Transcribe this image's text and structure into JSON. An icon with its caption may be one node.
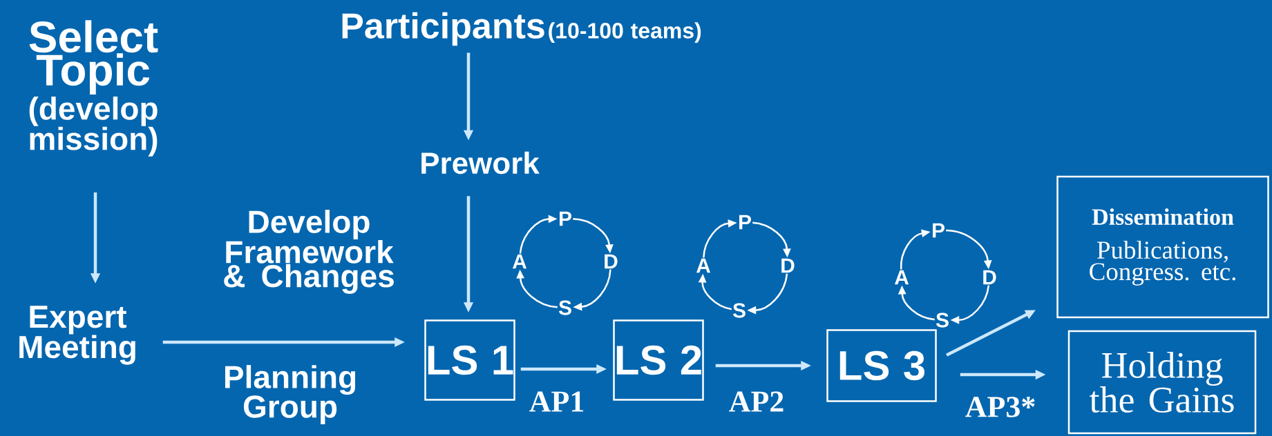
{
  "diagram": {
    "nodes": [
      {
        "text": [
          "Select Topic",
          "(develop mission)"
        ]
      },
      {
        "text": [
          "Participants",
          "(10-100 teams)"
        ]
      },
      {
        "text": [
          "Prework"
        ]
      },
      {
        "text": [
          "Expert Meeting"
        ]
      },
      {
        "text": [
          "LS 1"
        ]
      },
      {
        "text": [
          "LS 2"
        ]
      },
      {
        "text": [
          "LS 3"
        ]
      },
      {
        "text": [
          "Dissemination",
          "Publications, Congress. etc."
        ]
      },
      {
        "text": [
          "Holding the Gains"
        ]
      },
      {
        "text": [
          "P"
        ]
      },
      {
        "text": [
          "D"
        ]
      },
      {
        "text": [
          "S"
        ]
      },
      {
        "text": [
          "A"
        ]
      },
      {
        "text": [
          "P"
        ]
      },
      {
        "text": [
          "D"
        ]
      },
      {
        "text": [
          "S"
        ]
      },
      {
        "text": [
          "A"
        ]
      },
      {
        "text": [
          "P"
        ]
      },
      {
        "text": [
          "D"
        ]
      },
      {
        "text": [
          "S"
        ]
      },
      {
        "text": [
          "A"
        ]
      }
    ],
    "edges": [
      {
        "from": 0,
        "to": 3,
        "arrow": "to",
        "color": "#cde8fb"
      },
      {
        "from": 1,
        "to": 2,
        "arrow": "to",
        "color": "#cde8fb"
      },
      {
        "from": 2,
        "to": 4,
        "arrow": "to",
        "color": "#cde8fb"
      },
      {
        "from": 3,
        "to": 4,
        "arrow": "to",
        "label": "Develop Framework & Changes",
        "color": "#cde8fb"
      },
      {
        "from": 4,
        "to": 5,
        "arrow": "to",
        "label": "AP1",
        "color": "#cde8fb"
      },
      {
        "from": 5,
        "to": 6,
        "arrow": "to",
        "label": "AP2",
        "color": "#cde8fb"
      },
      {
        "from": 6,
        "to": 7,
        "arrow": "to",
        "color": "#cde8fb"
      },
      {
        "from": 6,
        "to": 8,
        "arrow": "to",
        "label": "AP3*",
        "color": "#cde8fb"
      },
      {
        "from": 12,
        "to": 9,
        "arrow": "to"
      },
      {
        "from": 9,
        "to": 10,
        "arrow": "to"
      },
      {
        "from": 10,
        "to": 11,
        "arrow": "to"
      },
      {
        "from": 11,
        "to": 12,
        "arrow": "to"
      },
      {
        "from": 16,
        "to": 13,
        "arrow": "to"
      },
      {
        "from": 13,
        "to": 14,
        "arrow": "to"
      },
      {
        "from": 14,
        "to": 15,
        "arrow": "to"
      },
      {
        "from": 15,
        "to": 16,
        "arrow": "to"
      },
      {
        "from": 20,
        "to": 17,
        "arrow": "to"
      },
      {
        "from": 17,
        "to": 18,
        "arrow": "to"
      },
      {
        "from": 18,
        "to": 19,
        "arrow": "to"
      },
      {
        "from": 19,
        "to": 20,
        "arrow": "to"
      }
    ],
    "labels": [
      "Planning Group"
    ]
  }
}
